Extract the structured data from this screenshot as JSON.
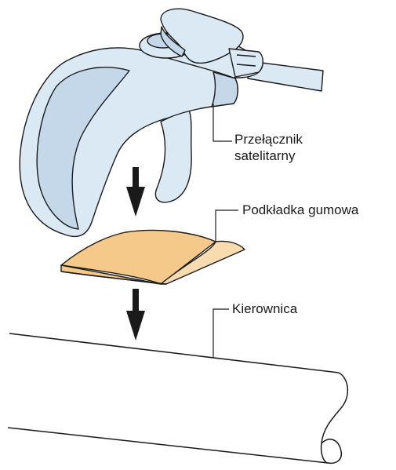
{
  "labels": {
    "satellite_switch_line1": "Przełącznik",
    "satellite_switch_line2": "satelitarny",
    "rubber_pad": "Podkładka gumowa",
    "handlebar": "Kierownica"
  },
  "colors": {
    "switch_body": "#dbe9f5",
    "switch_shade": "#c4d8ea",
    "pad_fill": "#f4c98a",
    "pad_edge": "#f8dcaf",
    "outline": "#1a1a1a"
  }
}
